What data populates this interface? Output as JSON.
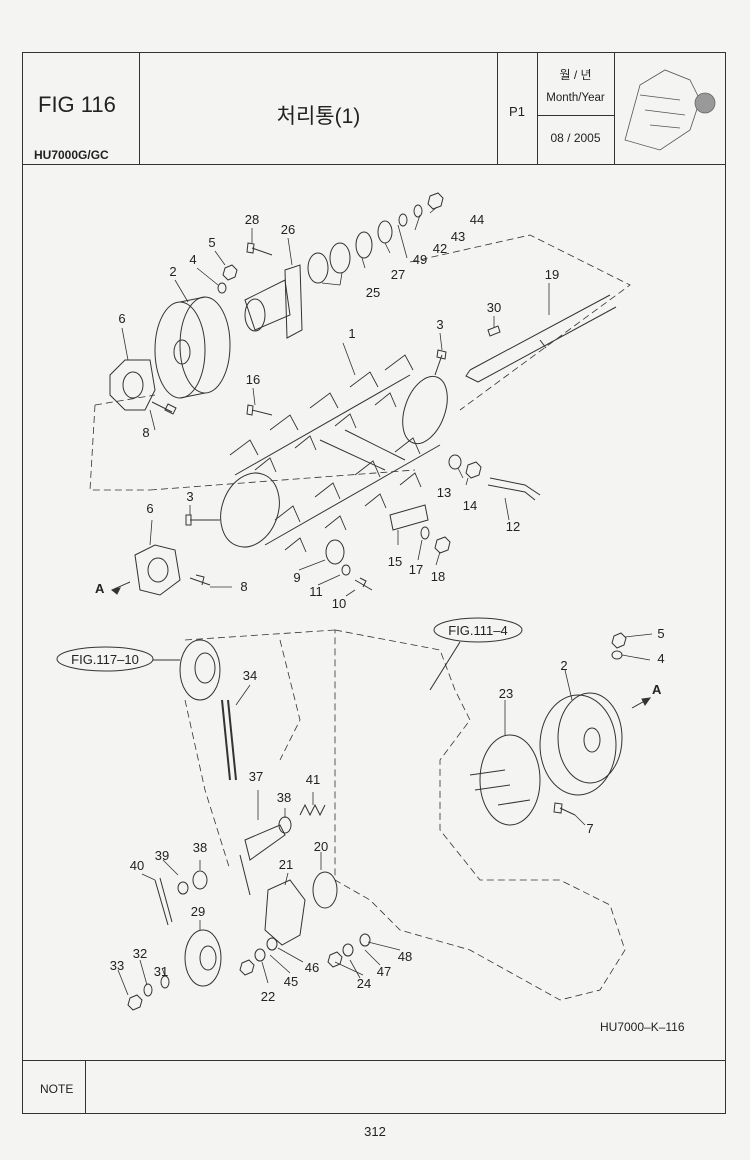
{
  "header": {
    "fig": "FIG 116",
    "model": "HU7000G/GC",
    "title": "처리통(1)",
    "page": "P1",
    "month_label_ko": "월 / 년",
    "month_label_en": "Month/Year",
    "date": "08 / 2005"
  },
  "callouts": {
    "fig117": "FIG.117–10",
    "fig111": "FIG.111–4"
  },
  "part_numbers": [
    "1",
    "2",
    "3",
    "4",
    "5",
    "6",
    "7",
    "8",
    "9",
    "10",
    "11",
    "12",
    "13",
    "14",
    "15",
    "16",
    "17",
    "18",
    "19",
    "20",
    "21",
    "22",
    "23",
    "24",
    "25",
    "26",
    "27",
    "28",
    "29",
    "30",
    "31",
    "32",
    "33",
    "34",
    "37",
    "38",
    "39",
    "40",
    "41",
    "42",
    "43",
    "44",
    "45",
    "46",
    "47",
    "48",
    "49"
  ],
  "direction_marker": "A",
  "drawing_code": "HU7000–K–116",
  "note_label": "NOTE",
  "page_number": "312"
}
